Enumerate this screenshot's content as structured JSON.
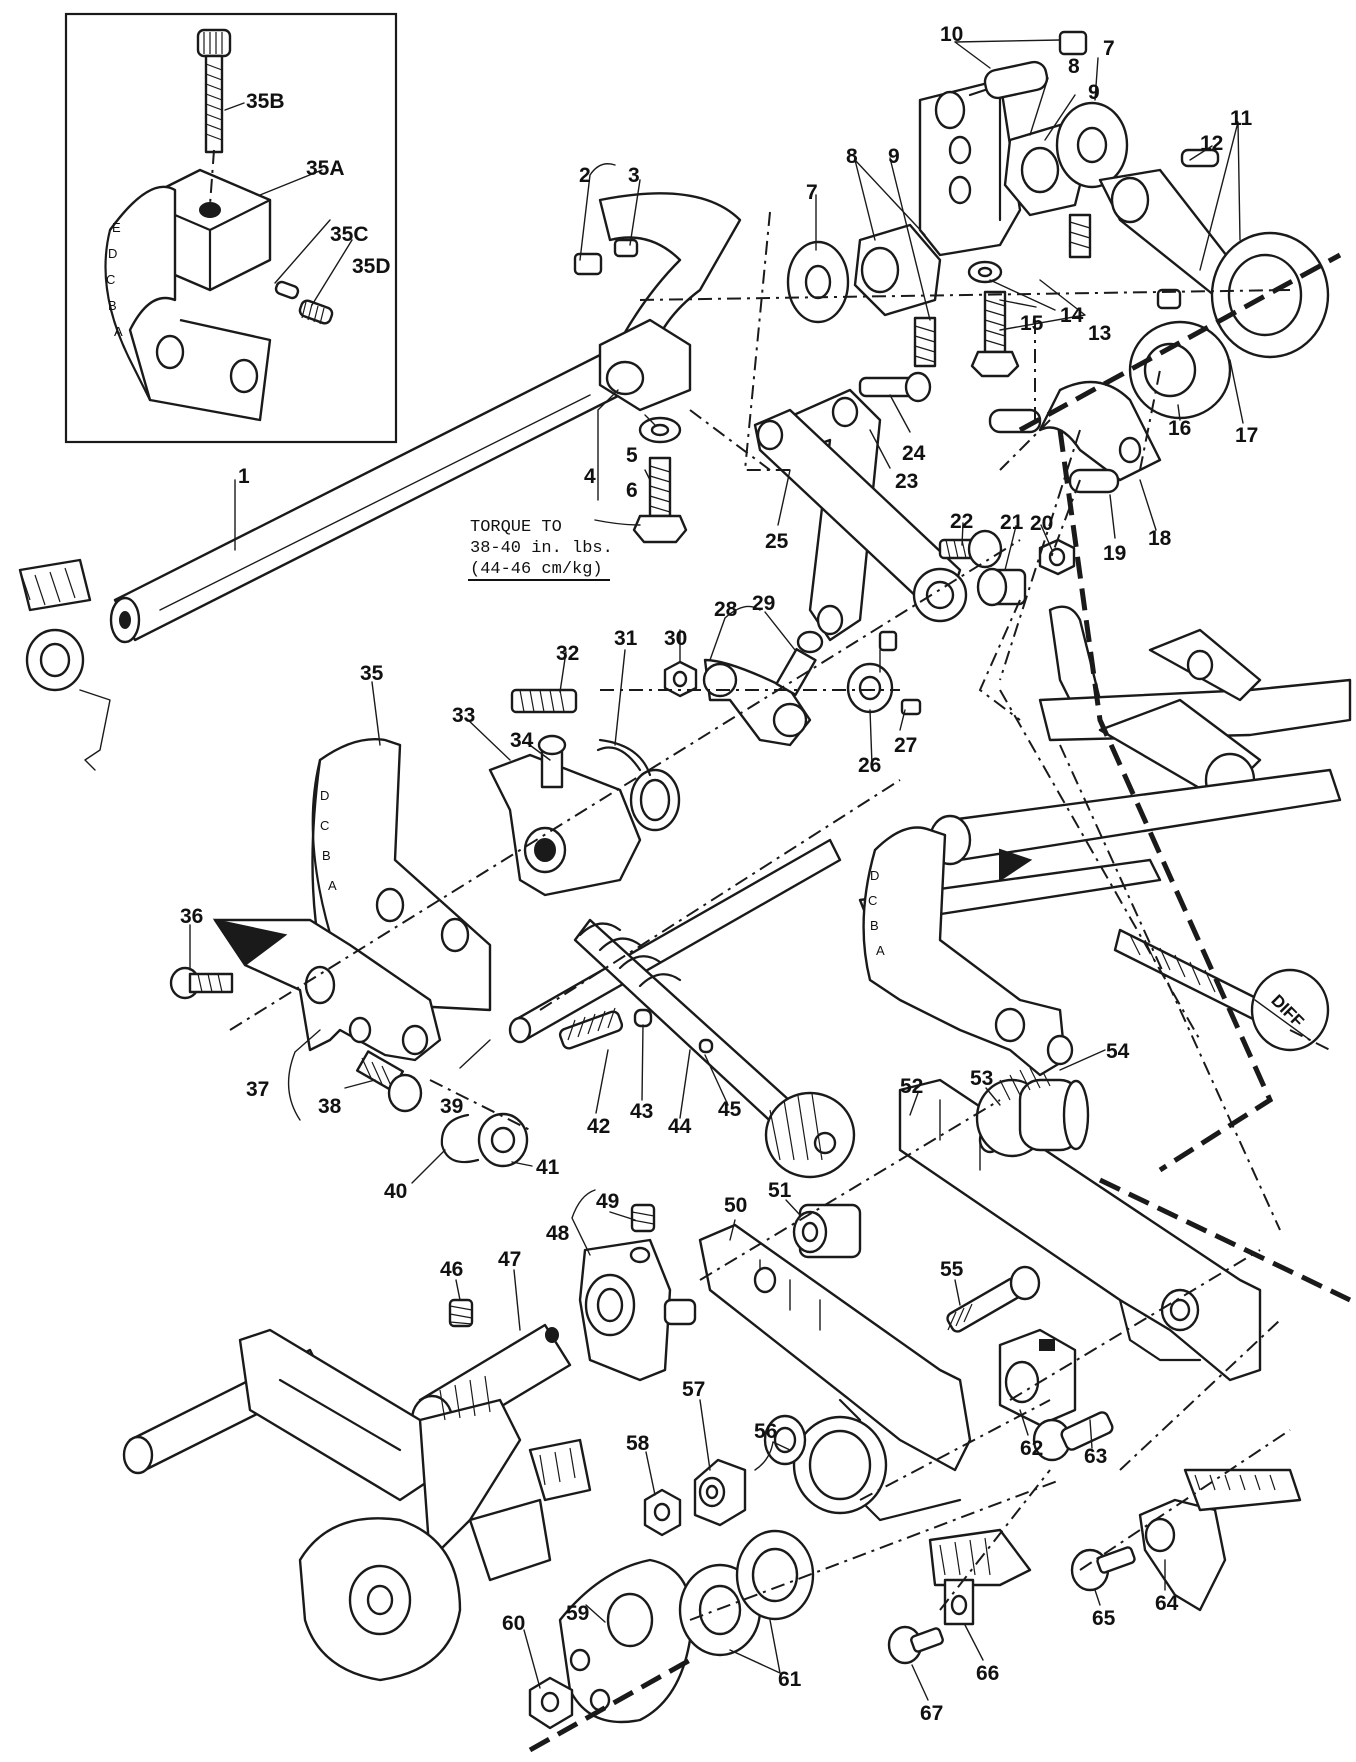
{
  "torque_note": {
    "line1": "TORQUE TO",
    "line2": "38-40 in. lbs.",
    "line3": "(44-46 cm/kg)"
  },
  "dial_marks": [
    "A",
    "B",
    "C",
    "D"
  ],
  "dial_marks_small": [
    "A",
    "B",
    "C",
    "D",
    "E"
  ],
  "knob_text": "DIFF",
  "labels": {
    "p1": "1",
    "p2": "2",
    "p3": "3",
    "p4": "4",
    "p5": "5",
    "p6": "6",
    "p7a": "7",
    "p7b": "7",
    "p8a": "8",
    "p8b": "8",
    "p9a": "9",
    "p9b": "9",
    "p10": "10",
    "p11": "11",
    "p12": "12",
    "p13": "13",
    "p14": "14",
    "p15": "15",
    "p16": "16",
    "p17": "17",
    "p18": "18",
    "p19": "19",
    "p20": "20",
    "p21": "21",
    "p22": "22",
    "p23": "23",
    "p24": "24",
    "p25": "25",
    "p26": "26",
    "p27": "27",
    "p28": "28",
    "p29": "29",
    "p30": "30",
    "p31": "31",
    "p32": "32",
    "p33": "33",
    "p34": "34",
    "p35": "35",
    "p35A": "35A",
    "p35B": "35B",
    "p35C": "35C",
    "p35D": "35D",
    "p36": "36",
    "p37": "37",
    "p38": "38",
    "p39": "39",
    "p40": "40",
    "p41": "41",
    "p42": "42",
    "p43": "43",
    "p44": "44",
    "p45": "45",
    "p46": "46",
    "p47": "47",
    "p48": "48",
    "p49": "49",
    "p50": "50",
    "p51": "51",
    "p52": "52",
    "p53": "53",
    "p54": "54",
    "p55": "55",
    "p56": "56",
    "p57": "57",
    "p58": "58",
    "p59": "59",
    "p60": "60",
    "p61": "61",
    "p62": "62",
    "p63": "63",
    "p64": "64",
    "p65": "65",
    "p66": "66",
    "p67": "67"
  }
}
